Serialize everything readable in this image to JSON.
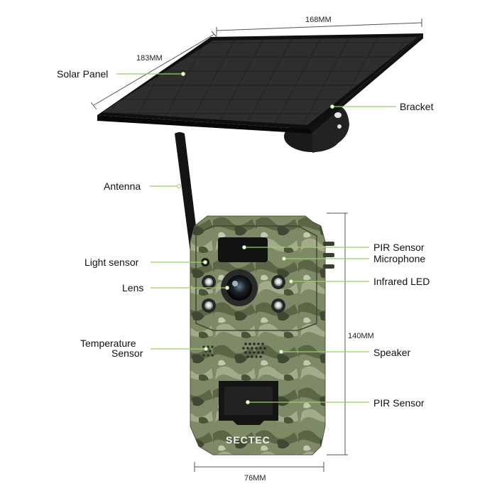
{
  "dimensions": {
    "panel_width": "168MM",
    "panel_depth": "183MM",
    "body_height": "140MM",
    "body_width": "76MM"
  },
  "brand": "SECTEC",
  "callouts": {
    "solar_panel": "Solar Panel",
    "bracket": "Bracket",
    "antenna": "Antenna",
    "pir_sensor_top": "PIR Sensor",
    "microphone": "Microphone",
    "light_sensor": "Light sensor",
    "lens": "Lens",
    "infrared_led": "Infrared LED",
    "temperature_sensor_line1": "Temperature",
    "temperature_sensor_line2": "Sensor",
    "speaker": "Speaker",
    "pir_sensor_bottom": "PIR Sensor"
  },
  "colors": {
    "leader_line": "#9ccc65",
    "leader_dot": "#ffffff",
    "camo_base": "#7e8a66",
    "panel": "#1d1d1d"
  }
}
